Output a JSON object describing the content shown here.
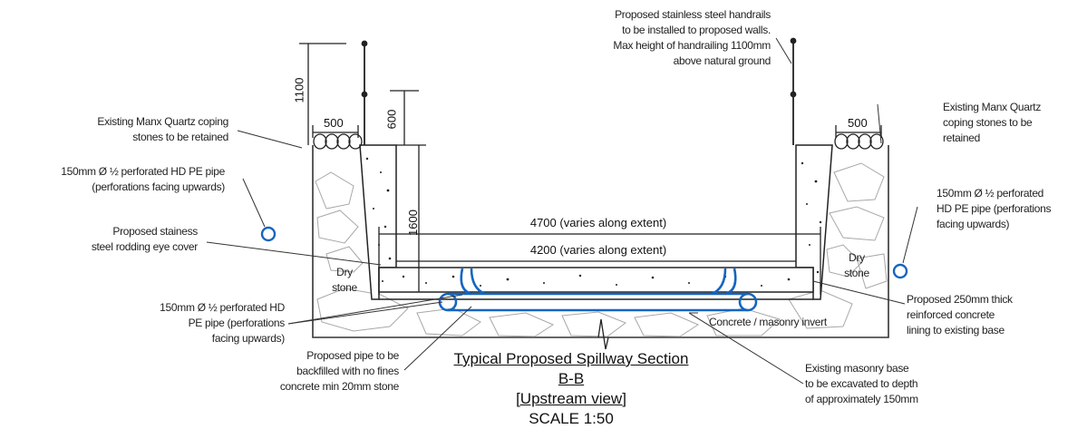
{
  "drawing": {
    "title": "Typical Proposed Spillway Section B-B",
    "subtitle": "[Upstream view]",
    "scale": "SCALE 1:50"
  },
  "dimensions": {
    "handrail_height": "1100",
    "coping_left_width": "500",
    "coping_right_width": "500",
    "wall_upstand": "600",
    "wall_height": "1600",
    "outer_width": "4700 (varies along extent)",
    "inner_width": "4200 (varies along extent)"
  },
  "annotations": {
    "handrails": [
      "Proposed stainless steel handrails",
      "to be installed to proposed walls.",
      "Max height of handrailing 1100mm",
      "above natural ground"
    ],
    "coping_left": [
      "Existing Manx Quartz coping",
      "stones to be retained"
    ],
    "coping_right": [
      "Existing Manx Quartz",
      "coping stones to be",
      "retained"
    ],
    "pipe_top_left": [
      "150mm Ø ½ perforated HD PE pipe",
      "(perforations facing upwards)"
    ],
    "rodding_eye": [
      "Proposed stainess",
      "steel rodding eye cover"
    ],
    "pipe_bottom_left": [
      "150mm Ø ½ perforated HD",
      "PE pipe (perforations",
      "facing upwards)"
    ],
    "pipe_right": [
      "150mm Ø ½ perforated",
      "HD PE pipe (perforations",
      "facing upwards)"
    ],
    "concrete_lining": [
      "Proposed 250mm thick",
      "reinforced concrete",
      "lining to existing base"
    ],
    "backfill": [
      "Proposed pipe to be",
      "backfilled with no fines",
      "concrete min 20mm stone"
    ],
    "excavation": [
      "Existing masonry base",
      "to be excavated to depth",
      "of approximately 150mm"
    ],
    "invert": "Concrete / masonry invert",
    "dry_stone_left": [
      "Dry",
      "stone"
    ],
    "dry_stone_right": [
      "Dry",
      "stone"
    ]
  },
  "colors": {
    "pipe": "#1565c0",
    "line": "#1a1a1a",
    "stone": "#9a9a9a"
  }
}
